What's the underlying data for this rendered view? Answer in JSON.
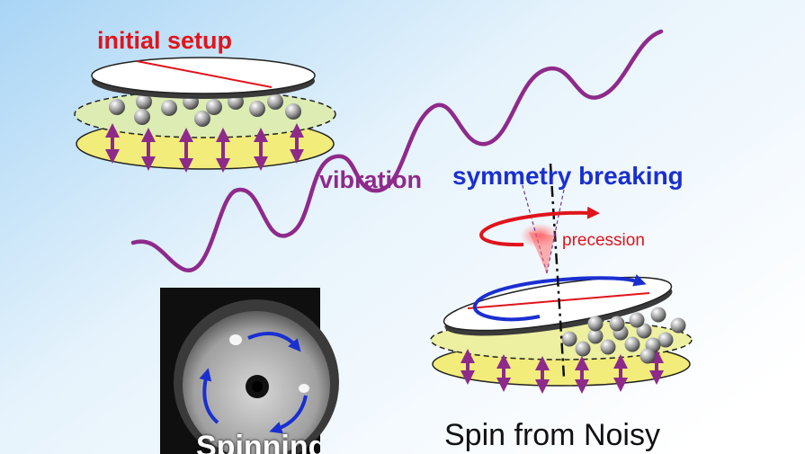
{
  "labels": {
    "initial_setup": "initial setup",
    "vibration": "vibration",
    "symmetry_breaking": "symmetry breaking",
    "precession": "precession",
    "caption": "Spin from Noisy",
    "photo_overlay": "Spinning"
  },
  "colors": {
    "sky_blue": "#a9d5f5",
    "setup_label": "#e0141c",
    "vibration_wave": "#8e2a8a",
    "symmetry_label": "#1a2fd0",
    "rotation_arrow_blue": "#1a2fd0",
    "precession_arrow": "#e0141c",
    "base_plate": "#f2ec7a",
    "bead_layer": "#dcecb2",
    "vibration_arrow": "#8e2a8a"
  },
  "icons": [
    "double-headed-vibration-arrow",
    "steel-bead",
    "circular-rotation-arrow",
    "precession-cone"
  ]
}
